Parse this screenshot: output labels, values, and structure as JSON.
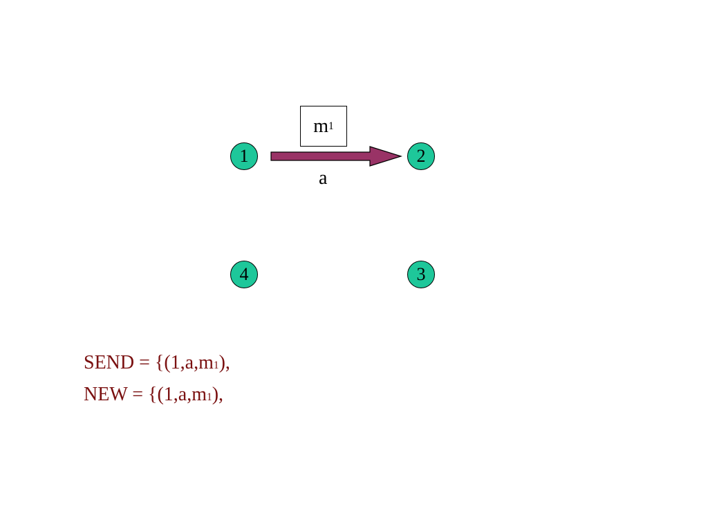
{
  "colors": {
    "node_fill": "#1ec79a",
    "edge_fill": "#993366",
    "set_text": "#7a1010"
  },
  "nodes": [
    {
      "id": "1",
      "label": "1"
    },
    {
      "id": "2",
      "label": "2"
    },
    {
      "id": "3",
      "label": "3"
    },
    {
      "id": "4",
      "label": "4"
    }
  ],
  "edge": {
    "from": "1",
    "to": "2",
    "label": "a"
  },
  "message": {
    "base": "m",
    "subscript": "1"
  },
  "sets": {
    "send": {
      "prefix": "SEND = {(1,a,m",
      "subscript": "1",
      "suffix": "),"
    },
    "new": {
      "prefix": "NEW = {(1,a,m",
      "subscript": "1",
      "suffix": "),"
    }
  }
}
